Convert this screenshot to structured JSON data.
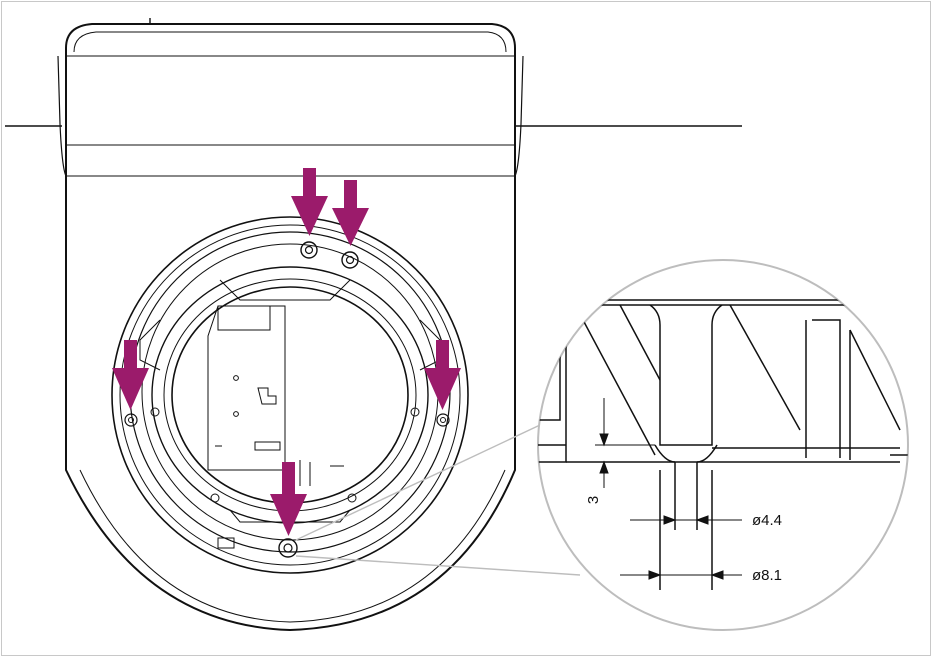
{
  "colors": {
    "arrow": "#9b1b6b",
    "line": "#111111",
    "detail_circle": "#bdbdbd",
    "frame": "#c8c8c8"
  },
  "dimensions": {
    "depth": "3",
    "hole_inner": "ø4.4",
    "hole_outer": "ø8.1"
  },
  "arrows": [
    {
      "name": "arrow-top-left",
      "target": "screw-hole-top-left"
    },
    {
      "name": "arrow-top-right",
      "target": "screw-hole-top-right"
    },
    {
      "name": "arrow-left",
      "target": "screw-hole-left"
    },
    {
      "name": "arrow-right",
      "target": "screw-hole-right"
    },
    {
      "name": "arrow-bottom",
      "target": "screw-hole-bottom"
    }
  ]
}
